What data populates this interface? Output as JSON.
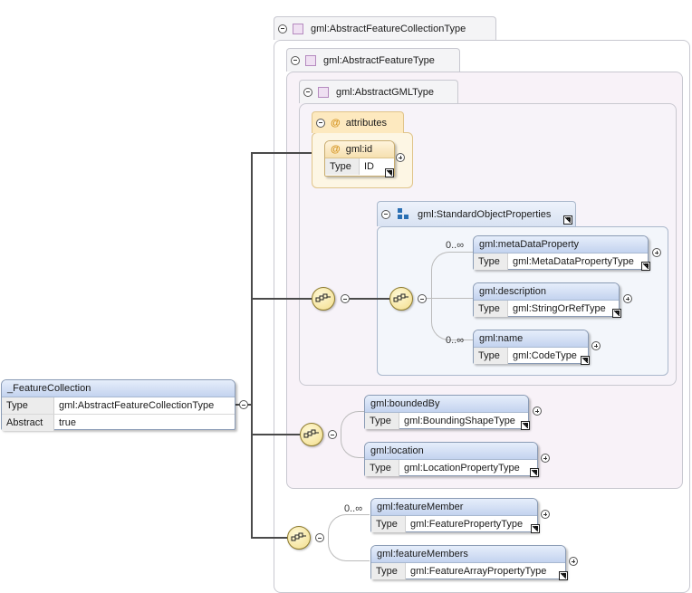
{
  "root": {
    "name": "_FeatureCollection",
    "rows": [
      {
        "key": "Type",
        "value": "gml:AbstractFeatureCollectionType"
      },
      {
        "key": "Abstract",
        "value": "true"
      }
    ]
  },
  "types": {
    "collection": "gml:AbstractFeatureCollectionType",
    "feature": "gml:AbstractFeatureType",
    "gml": "gml:AbstractGMLType"
  },
  "attributes": {
    "label": "attributes",
    "id": {
      "name": "gml:id",
      "type_key": "Type",
      "type_value": "ID"
    }
  },
  "group": {
    "name": "gml:StandardObjectProperties"
  },
  "elements": {
    "metaDataProperty": {
      "name": "gml:metaDataProperty",
      "type_key": "Type",
      "type_value": "gml:MetaDataPropertyType",
      "card": "0..∞"
    },
    "description": {
      "name": "gml:description",
      "type_key": "Type",
      "type_value": "gml:StringOrRefType"
    },
    "name": {
      "name": "gml:name",
      "type_key": "Type",
      "type_value": "gml:CodeType",
      "card": "0..∞"
    },
    "boundedBy": {
      "name": "gml:boundedBy",
      "type_key": "Type",
      "type_value": "gml:BoundingShapeType"
    },
    "location": {
      "name": "gml:location",
      "type_key": "Type",
      "type_value": "gml:LocationPropertyType"
    },
    "featureMember": {
      "name": "gml:featureMember",
      "type_key": "Type",
      "type_value": "gml:FeaturePropertyType",
      "card": "0..∞"
    },
    "featureMembers": {
      "name": "gml:featureMembers",
      "type_key": "Type",
      "type_value": "gml:FeatureArrayPropertyType"
    }
  },
  "icons": [
    "collapse-icon",
    "expand-icon",
    "complex-type-icon",
    "attribute-icon",
    "group-icon",
    "sequence-icon",
    "type-link-icon"
  ]
}
